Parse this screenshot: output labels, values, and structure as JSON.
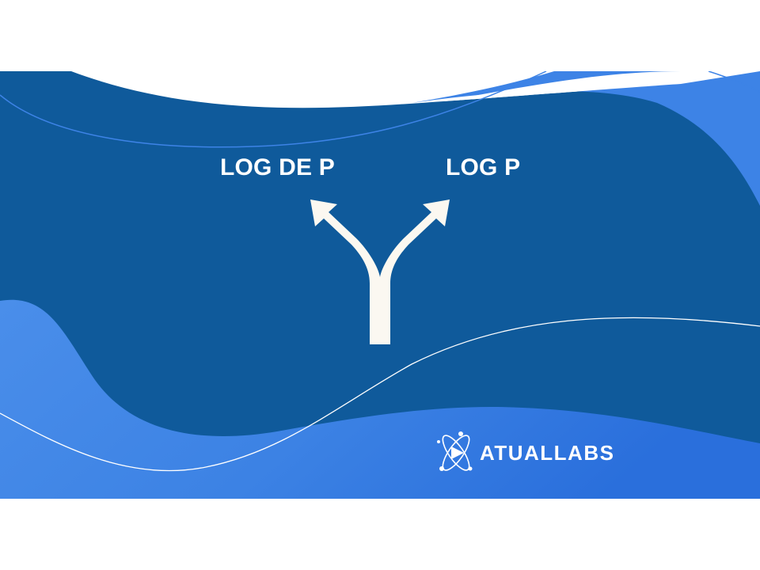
{
  "fork": {
    "left_label": "LOG DE P",
    "right_label": "LOG P"
  },
  "brand": {
    "name": "ATUALLABS"
  },
  "colors": {
    "background": "#ffffff",
    "dark_blue": "#0f5a9b",
    "light_blue": "#3f85e6",
    "arrow": "#fbf8f1",
    "text": "#ffffff"
  },
  "icons": {
    "fork": "split-arrow-icon",
    "logo": "atuallabs-logo-icon"
  }
}
